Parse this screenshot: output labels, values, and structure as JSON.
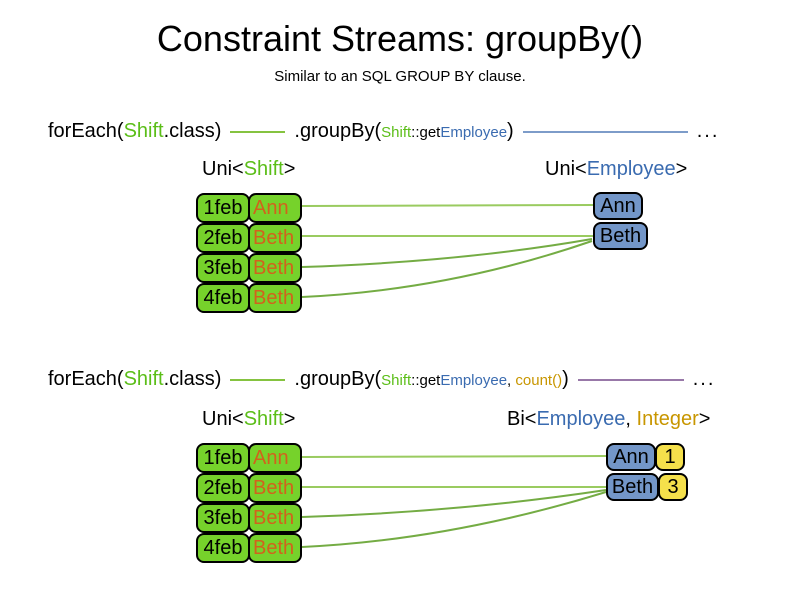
{
  "title": "Constraint Streams: groupBy()",
  "subtitle": "Similar to an SQL GROUP BY clause.",
  "colors": {
    "shift_box_green": "#76D22B",
    "employee_box_blue": "#7396C8",
    "integer_box_yellow": "#F5E04B",
    "shift_text_green": "#5BBE18",
    "employee_text_blue": "#3A6BB0",
    "count_text_gold": "#C89600",
    "employee_name_orange": "#D2621C",
    "connector_green_light": "#9ACB60",
    "connector_green_dark": "#74AC44",
    "stream_line_blue": "#7D9CC9",
    "stream_line_purple": "#9878A8"
  },
  "sections": [
    {
      "code": {
        "foreach_fn": "forEach(",
        "foreach_arg": "Shift",
        "foreach_close": ".class)",
        "groupby_fn": ".groupBy(",
        "p1_class": "Shift",
        "p1_mid": "::get",
        "p1_prop": "Employee",
        "close_paren": ")",
        "ellipsis": "..."
      },
      "source_type": {
        "pre": "Uni<",
        "param": "Shift",
        "post": ">"
      },
      "result_type": {
        "pre": "Uni<",
        "param": "Employee",
        "post": ">"
      },
      "shift_rows": [
        {
          "date": "1feb",
          "employee": "Ann"
        },
        {
          "date": "2feb",
          "employee": "Beth"
        },
        {
          "date": "3feb",
          "employee": "Beth"
        },
        {
          "date": "4feb",
          "employee": "Beth"
        }
      ],
      "result_rows": [
        {
          "employee": "Ann"
        },
        {
          "employee": "Beth"
        }
      ]
    },
    {
      "code": {
        "foreach_fn": "forEach(",
        "foreach_arg": "Shift",
        "foreach_close": ".class)",
        "groupby_fn": ".groupBy(",
        "p1_class": "Shift",
        "p1_mid": "::get",
        "p1_prop": "Employee",
        "comma": ", ",
        "p2_collector": "count()",
        "close_paren": ")",
        "ellipsis": "..."
      },
      "source_type": {
        "pre": "Uni<",
        "param": "Shift",
        "post": ">"
      },
      "result_type": {
        "pre": "Bi<",
        "param": "Employee",
        "comma": ", ",
        "param2": "Integer",
        "post": ">"
      },
      "shift_rows": [
        {
          "date": "1feb",
          "employee": "Ann"
        },
        {
          "date": "2feb",
          "employee": "Beth"
        },
        {
          "date": "3feb",
          "employee": "Beth"
        },
        {
          "date": "4feb",
          "employee": "Beth"
        }
      ],
      "result_rows": [
        {
          "employee": "Ann",
          "count": "1"
        },
        {
          "employee": "Beth",
          "count": "3"
        }
      ]
    }
  ]
}
